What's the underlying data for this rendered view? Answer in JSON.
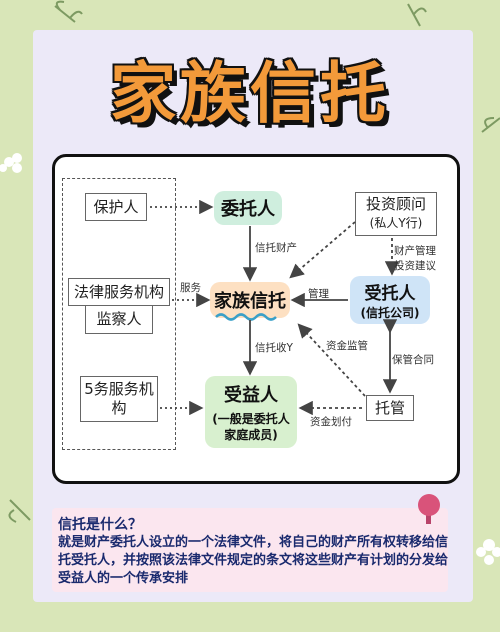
{
  "title": "家族信托",
  "nodes": {
    "protector": "保护人",
    "legal_services": "法律服务机构",
    "supervisor": "监察人",
    "five_services": "5务服务机构",
    "settlor": "委托人",
    "family_trust": "家族信托",
    "beneficiary_main": "受益人",
    "beneficiary_sub": "(一般是委托人家庭成员)",
    "advisor": "投资顾问",
    "advisor_sub": "(私人Y行)",
    "trustee": "受托人",
    "trustee_sub": "(信托公司)",
    "custodian": "托管"
  },
  "edge_labels": {
    "trust_property": "信托财产",
    "service": "服务",
    "manage": "管理",
    "property_manage": "财产管理",
    "investment_advice": "投资建议",
    "trust_income": "信托收Y",
    "fund_supervision": "资金监管",
    "custody_contract": "保管合同",
    "fund_transfer": "资金划付"
  },
  "note": {
    "question": "信托是什么？",
    "answer": "就是财产委托人设立的一个法律文件，将自己的财产所有权转移给信托受托人，并按照该法律文件规定的条文将这些财产有计划的分发给受益人的一个传承安排"
  },
  "colors": {
    "background": "#d9e6b8",
    "card": "#ece9f8",
    "title_fill": "#f39a3a",
    "settlor_fill": "#cfeede",
    "trust_fill": "#fde0c2",
    "beneficiary_fill": "#d8f0cf",
    "trustee_fill": "#cfe4f7",
    "note_text": "#1a2a6e"
  }
}
